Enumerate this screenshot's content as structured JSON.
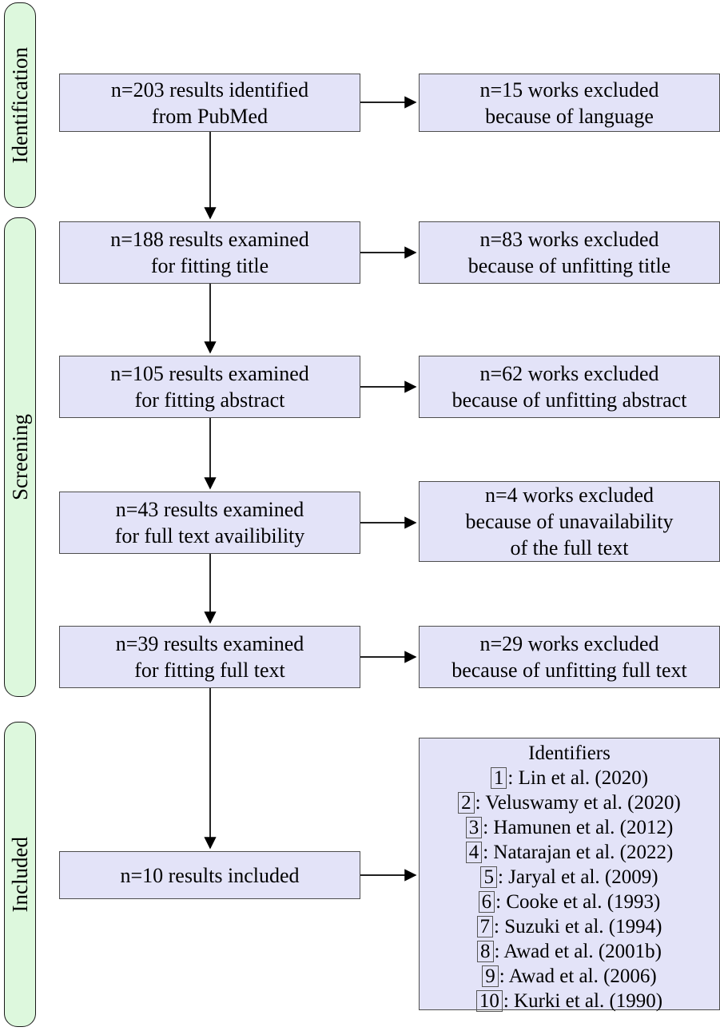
{
  "stages": [
    {
      "label": "Identification"
    },
    {
      "label": "Screening"
    },
    {
      "label": "Included"
    }
  ],
  "flow": {
    "main": [
      {
        "text": "n=203 results identified\nfrom PubMed"
      },
      {
        "text": "n=188 results examined\nfor fitting title"
      },
      {
        "text": "n=105 results examined\nfor fitting abstract"
      },
      {
        "text": "n=43 results examined\nfor full text availibility"
      },
      {
        "text": "n=39 results examined\nfor fitting full text"
      },
      {
        "text": "n=10 results included"
      }
    ],
    "excluded": [
      {
        "text": "n=15 works excluded\nbecause of language"
      },
      {
        "text": "n=83 works excluded\nbecause of unfitting title"
      },
      {
        "text": "n=62 works excluded\nbecause of unfitting abstract"
      },
      {
        "text": "n=4 works excluded\nbecause of unavailability\nof the full text"
      },
      {
        "text": "n=29 works excluded\nbecause of unfitting full text"
      }
    ]
  },
  "identifiers": {
    "title": "Identifiers",
    "items": [
      {
        "num": "1",
        "text": ": Lin et al. (2020)"
      },
      {
        "num": "2",
        "text": ": Veluswamy et al. (2020)"
      },
      {
        "num": "3",
        "text": ": Hamunen et al. (2012)"
      },
      {
        "num": "4",
        "text": ": Natarajan et al. (2022)"
      },
      {
        "num": "5",
        "text": ": Jaryal et al. (2009)"
      },
      {
        "num": "6",
        "text": ": Cooke et al. (1993)"
      },
      {
        "num": "7",
        "text": ": Suzuki et al. (1994)"
      },
      {
        "num": "8",
        "text": ": Awad et al. (2001b)"
      },
      {
        "num": "9",
        "text": ": Awad et al. (2006)"
      },
      {
        "num": "10",
        "text": ": Kurki et al. (1990)"
      }
    ]
  },
  "colors": {
    "stage_fill": "#ddf8dd",
    "stage_border": "#1a1a1a",
    "box_fill": "#e3e3f8",
    "box_border": "#4d4d4d",
    "arrow": "#000000"
  }
}
